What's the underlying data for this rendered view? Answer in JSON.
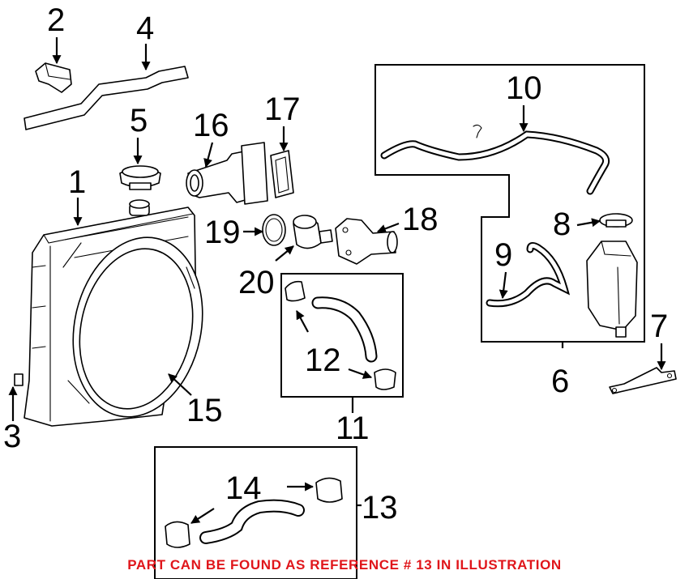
{
  "callouts": [
    "1",
    "2",
    "3",
    "4",
    "5",
    "6",
    "7",
    "8",
    "9",
    "10",
    "11",
    "12",
    "13",
    "14",
    "15",
    "16",
    "17",
    "18",
    "19",
    "20"
  ],
  "footnote": {
    "text": "PART CAN BE FOUND AS REFERENCE # 13 IN ILLUSTRATION",
    "color": "#e0161b"
  },
  "colors": {
    "line": "#000000",
    "background": "#ffffff"
  }
}
